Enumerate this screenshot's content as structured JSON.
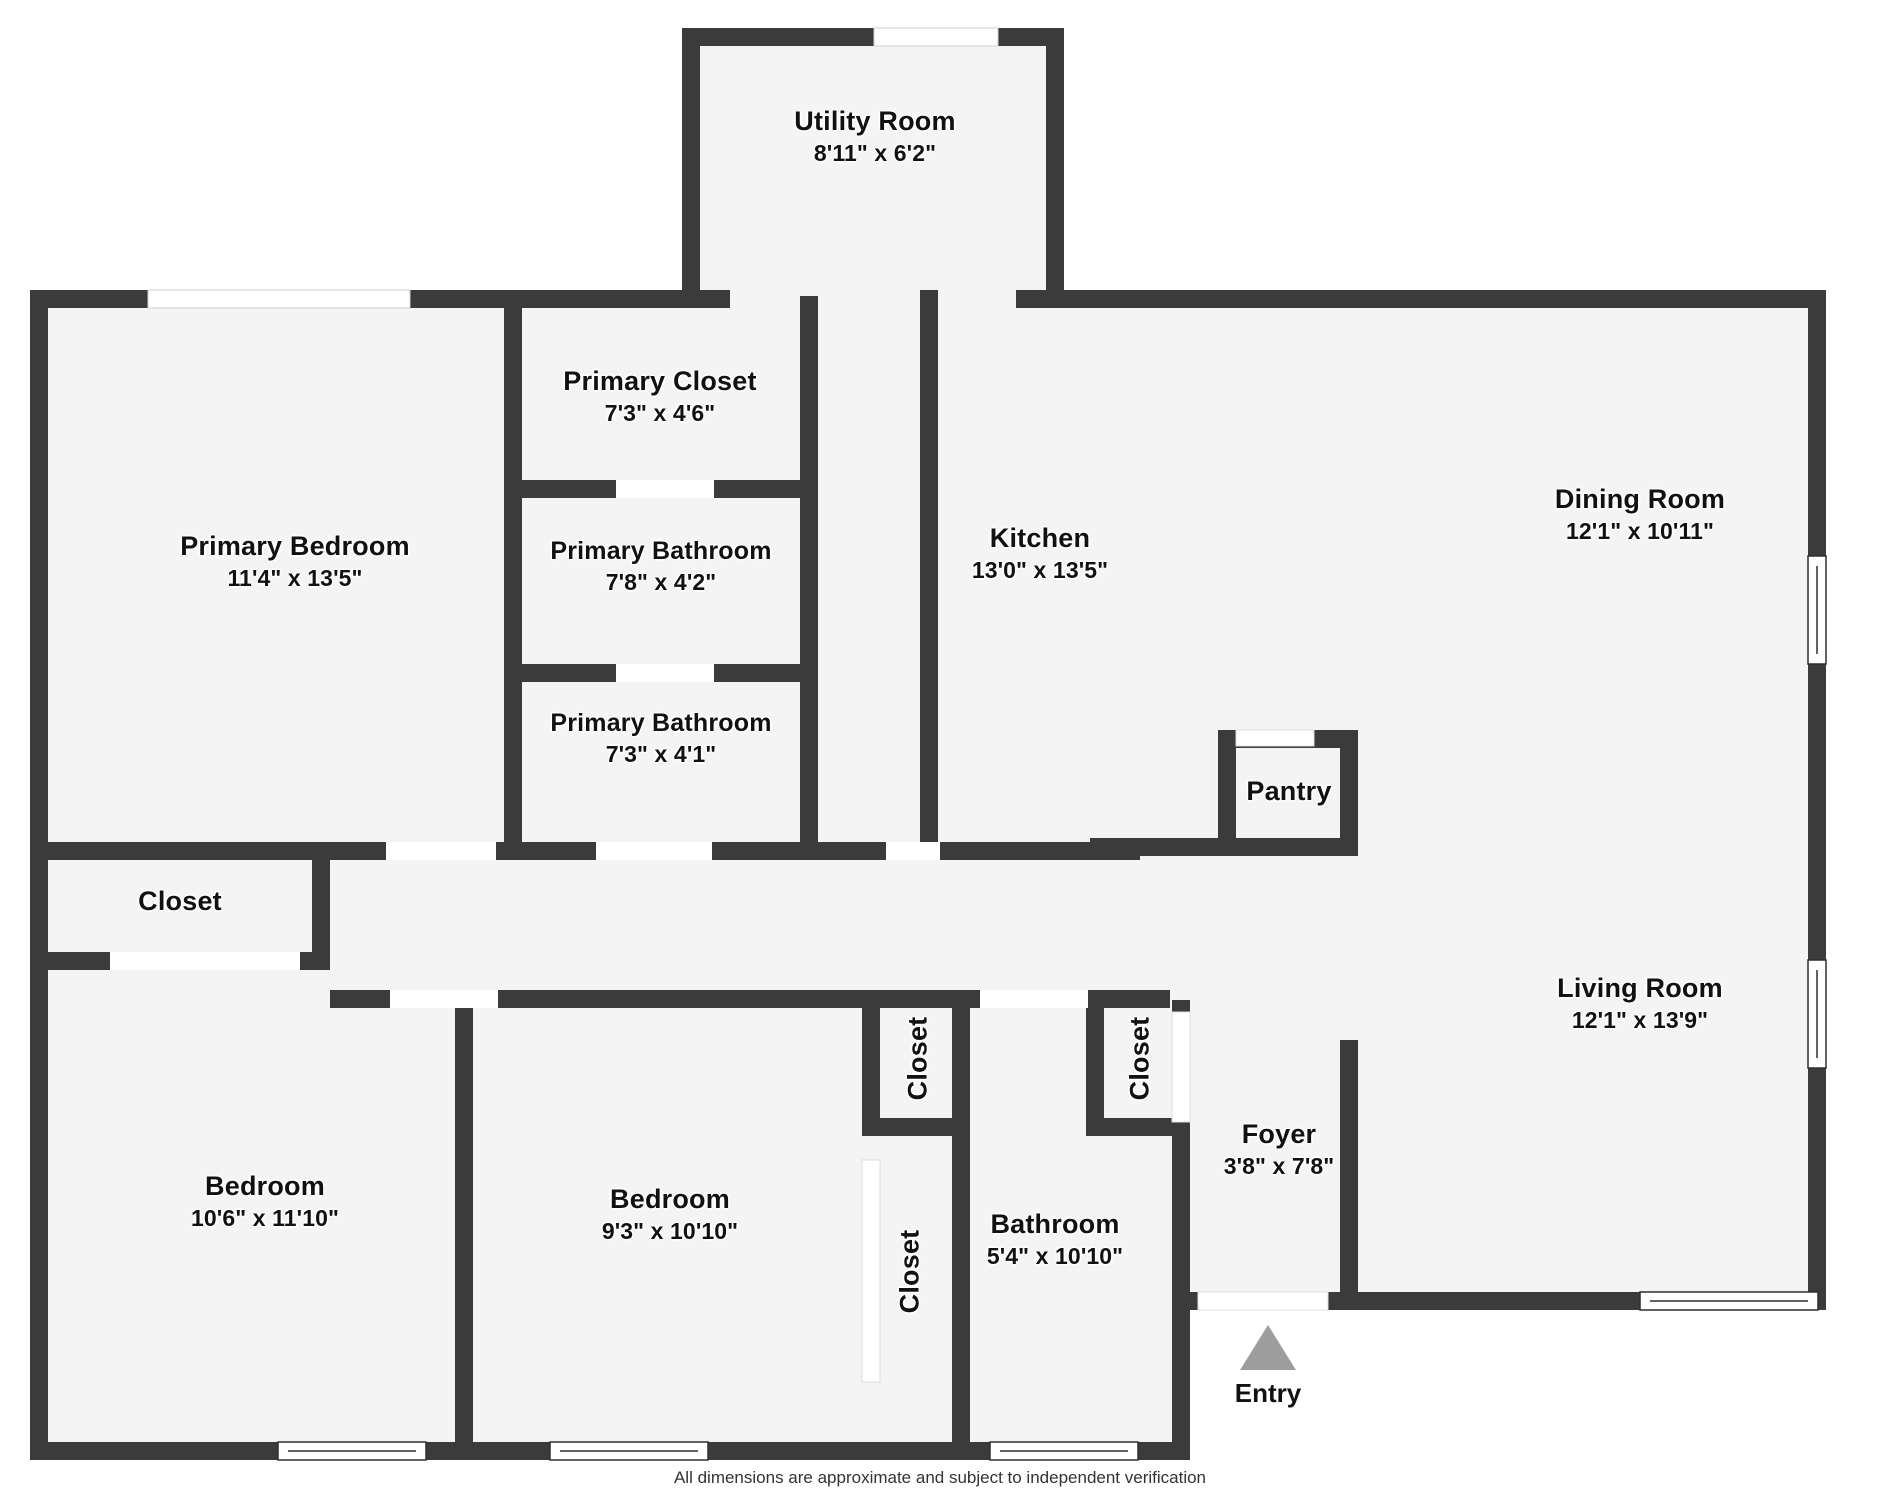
{
  "plan": {
    "footer_note": "All dimensions are approximate and subject to independent verification",
    "entry": {
      "label": "Entry",
      "marker": "entry-arrow-icon"
    },
    "colors": {
      "wall": "#3b3b3b",
      "floor": "#f4f4f4",
      "window": "#ffffff",
      "text": "#111111",
      "entry_marker": "#9e9e9e",
      "background": "#ffffff"
    },
    "rooms": [
      {
        "key": "utility_room",
        "name": "Utility Room",
        "dimensions": "8'11\" x 6'2\"",
        "orientation": "horizontal"
      },
      {
        "key": "primary_closet",
        "name": "Primary Closet",
        "dimensions": "7'3\" x 4'6\"",
        "orientation": "horizontal"
      },
      {
        "key": "primary_bedroom",
        "name": "Primary Bedroom",
        "dimensions": "11'4\" x 13'5\"",
        "orientation": "horizontal"
      },
      {
        "key": "primary_bathroom_upper",
        "name": "Primary Bathroom",
        "dimensions": "7'8\" x 4'2\"",
        "orientation": "horizontal"
      },
      {
        "key": "primary_bathroom_lower",
        "name": "Primary Bathroom",
        "dimensions": "7'3\" x 4'1\"",
        "orientation": "horizontal"
      },
      {
        "key": "kitchen",
        "name": "Kitchen",
        "dimensions": "13'0\" x 13'5\"",
        "orientation": "horizontal"
      },
      {
        "key": "dining_room",
        "name": "Dining Room",
        "dimensions": "12'1\" x 10'11\"",
        "orientation": "horizontal"
      },
      {
        "key": "living_room",
        "name": "Living Room",
        "dimensions": "12'1\" x 13'9\"",
        "orientation": "horizontal"
      },
      {
        "key": "pantry",
        "name": "Pantry",
        "dimensions": "",
        "orientation": "horizontal"
      },
      {
        "key": "closet_hall",
        "name": "Closet",
        "dimensions": "",
        "orientation": "horizontal"
      },
      {
        "key": "closet_mid",
        "name": "Closet",
        "dimensions": "",
        "orientation": "vertical"
      },
      {
        "key": "closet_lower",
        "name": "Closet",
        "dimensions": "",
        "orientation": "vertical"
      },
      {
        "key": "closet_right",
        "name": "Closet",
        "dimensions": "",
        "orientation": "vertical"
      },
      {
        "key": "bedroom_left",
        "name": "Bedroom",
        "dimensions": "10'6\" x 11'10\"",
        "orientation": "horizontal"
      },
      {
        "key": "bedroom_mid",
        "name": "Bedroom",
        "dimensions": "9'3\" x 10'10\"",
        "orientation": "horizontal"
      },
      {
        "key": "bathroom",
        "name": "Bathroom",
        "dimensions": "5'4\" x 10'10\"",
        "orientation": "horizontal"
      },
      {
        "key": "foyer",
        "name": "Foyer",
        "dimensions": "3'8\" x 7'8\"",
        "orientation": "horizontal"
      }
    ]
  }
}
